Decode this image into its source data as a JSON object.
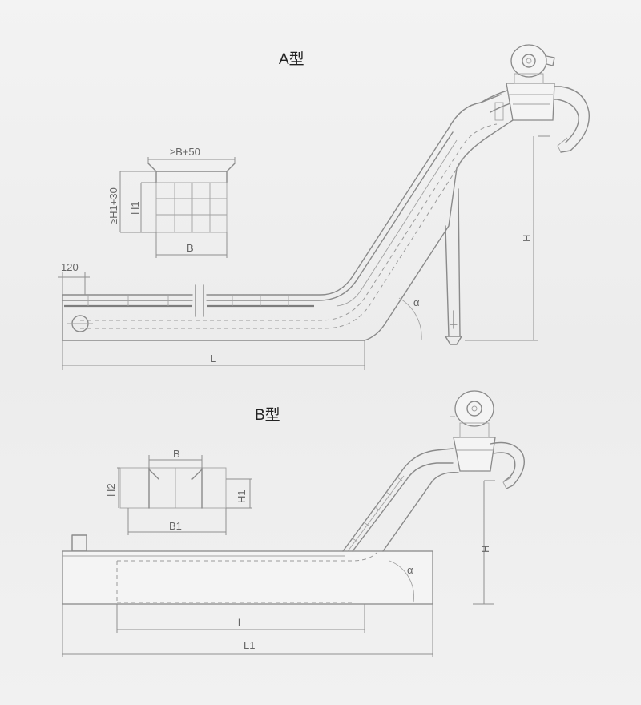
{
  "diagram_a": {
    "title": "A型",
    "labels": {
      "top_width": "≥B+50",
      "side_height": "≥H1+30",
      "h1": "H1",
      "b": "B",
      "offset": "120",
      "length": "L",
      "height": "H",
      "angle": "α"
    }
  },
  "diagram_b": {
    "title": "B型",
    "labels": {
      "b": "B",
      "h2": "H2",
      "h1": "H1",
      "b1": "B1",
      "height": "H",
      "angle": "α",
      "inner_length": "l",
      "total_length": "L1"
    }
  }
}
